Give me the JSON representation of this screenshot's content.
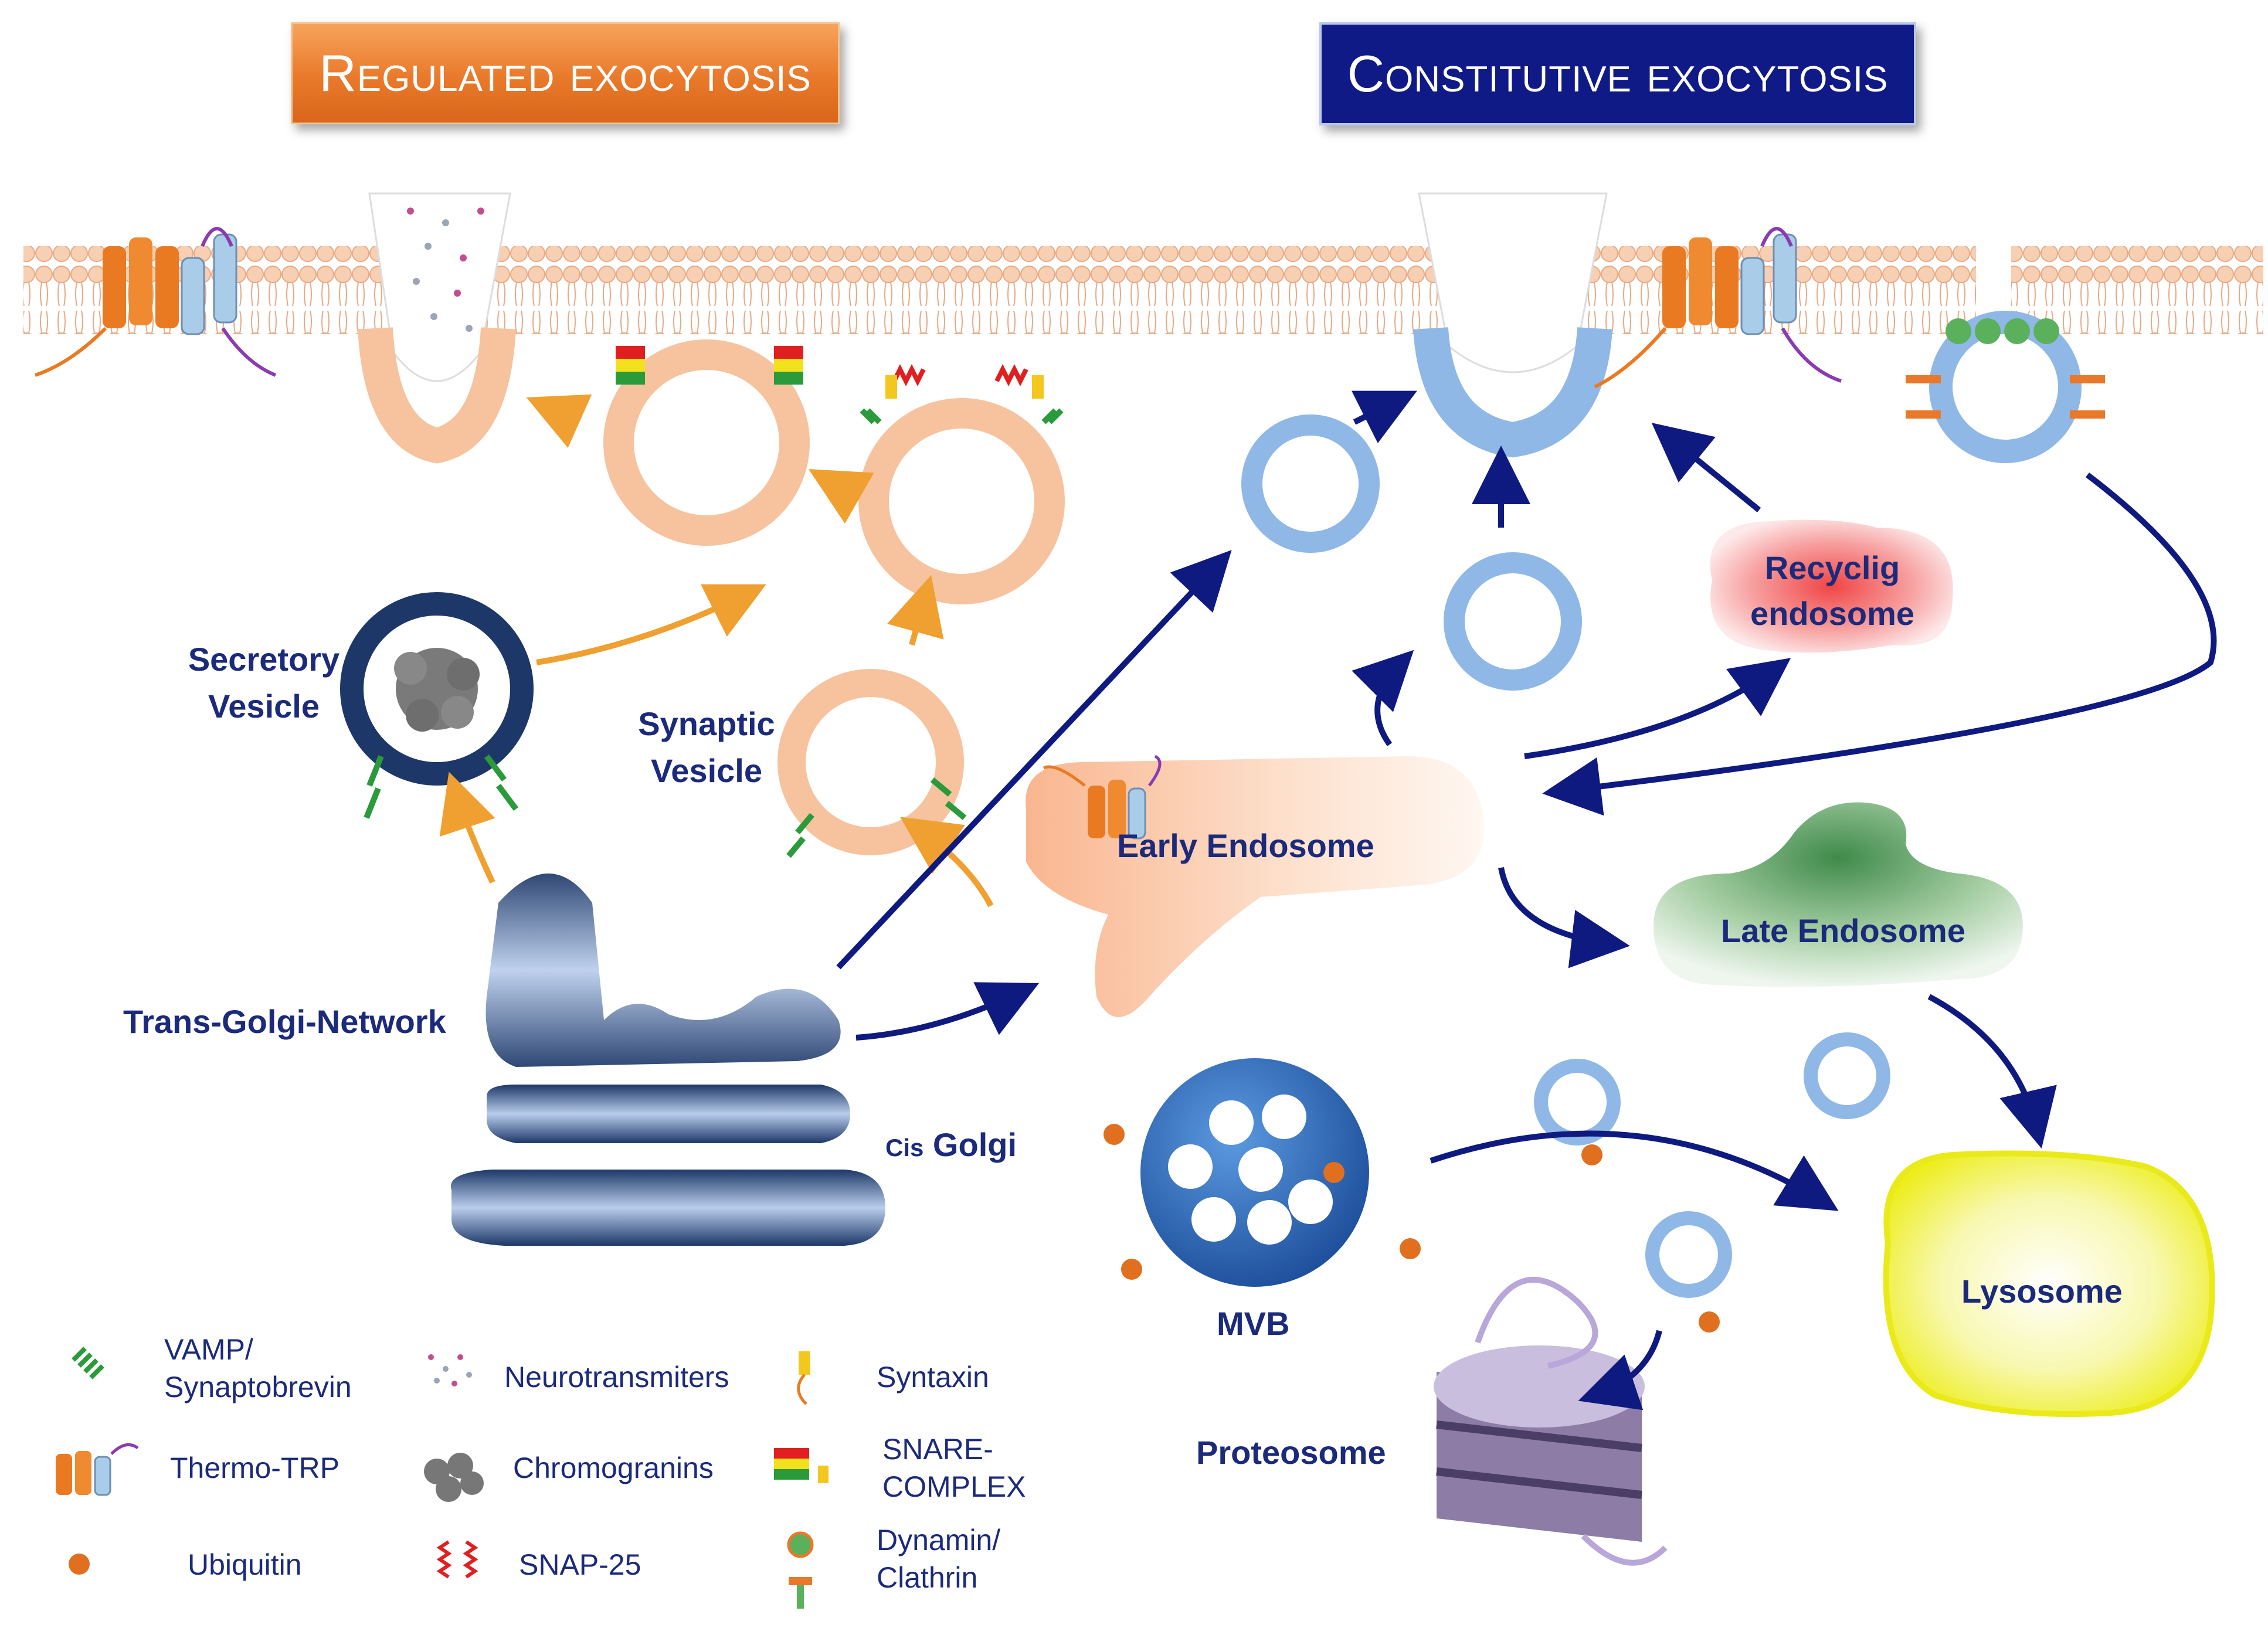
{
  "banners": {
    "regulated": "Regulated exocytosis",
    "constitutive": "Constitutive exocytosis"
  },
  "labels": {
    "secretory_vesicle_1": "Secretory",
    "secretory_vesicle_2": "Vesicle",
    "synaptic_vesicle_1": "Synaptic",
    "synaptic_vesicle_2": "Vesicle",
    "trans_golgi": "Trans-Golgi-Network",
    "cis_prefix": "Cis",
    "cis_golgi": "Golgi",
    "early_endosome": "Early Endosome",
    "late_endosome": "Late Endosome",
    "recycling_1": "Recyclig",
    "recycling_2": "endosome",
    "mvb": "MVB",
    "lysosome": "Lysosome",
    "proteosome": "Proteosome"
  },
  "legend": [
    {
      "lines": [
        "VAMP/",
        "Synaptobrevin"
      ],
      "icon": "vamp-icon"
    },
    {
      "lines": [
        "Neurotransmiters"
      ],
      "icon": "neurotransmitter-dots-icon"
    },
    {
      "lines": [
        "Syntaxin"
      ],
      "icon": "syntaxin-icon"
    },
    {
      "lines": [
        "Thermo-TRP"
      ],
      "icon": "thermo-trp-icon"
    },
    {
      "lines": [
        "Chromogranins"
      ],
      "icon": "chromogranin-cluster-icon"
    },
    {
      "lines": [
        "SNARE-",
        "COMPLEX"
      ],
      "icon": "snare-complex-icon"
    },
    {
      "lines": [
        "Ubiquitin"
      ],
      "icon": "ubiquitin-dot-icon"
    },
    {
      "lines": [
        "SNAP-25"
      ],
      "icon": "snap25-icon"
    },
    {
      "lines": [
        "Dynamin/",
        "Clathrin"
      ],
      "icon": "dynamin-clathrin-icon"
    }
  ],
  "colors": {
    "orange_arrow": "#f0a030",
    "navy_arrow": "#0f1a80",
    "label_text": "#1b2a7a",
    "membrane": "#f6c9a8",
    "vesicle_blue": "#8fb8e6",
    "vesicle_orange": "#f8c9a2",
    "trp_orange": "#ea7a22",
    "vamp_green": "#2a9a3a",
    "ubiquitin": "#e07020",
    "lysosome_yellow": "#f2f21e"
  }
}
